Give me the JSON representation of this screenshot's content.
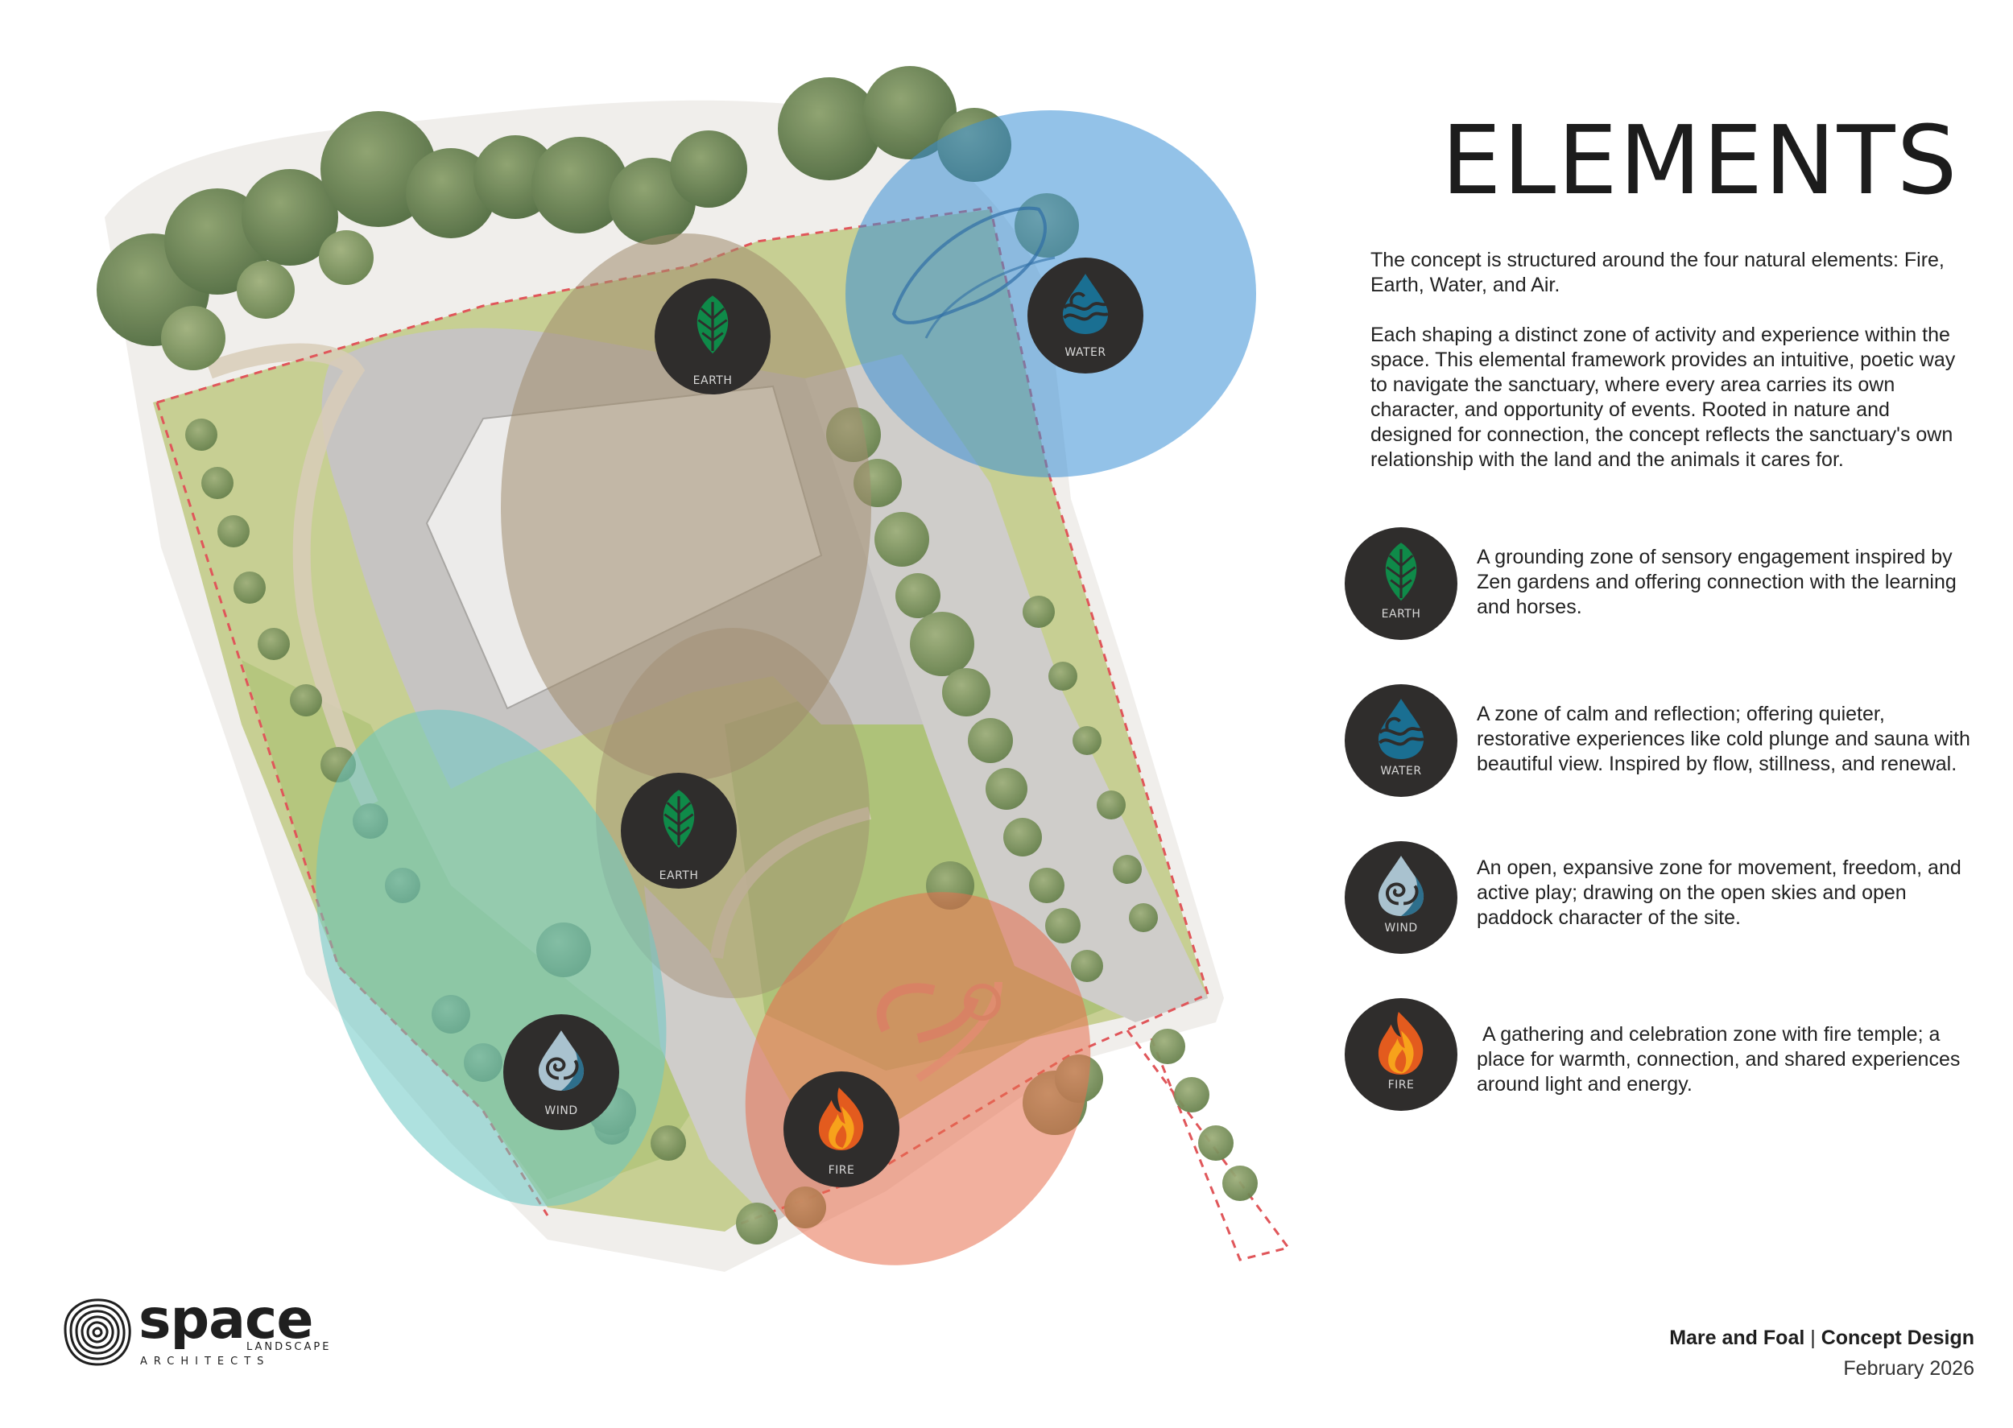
{
  "title": "ELEMENTS",
  "intro": {
    "paragraph1": "The concept is structured around the four natural elements: Fire, Earth, Water, and Air.",
    "paragraph2": "Each shaping a distinct zone of activity and experience within the space. This elemental framework provides an intuitive, poetic way to navigate the sanctuary, where every area carries its own character, and opportunity of events. Rooted in nature and designed for connection, the concept reflects the sanctuary's own relationship with the land and the animals it cares for."
  },
  "legend": [
    {
      "icon": "leaf-icon",
      "label": "EARTH",
      "description": "A grounding zone of sensory engagement inspired by Zen gardens and offering connection with the learning and horses."
    },
    {
      "icon": "water-drop-wave-icon",
      "label": "WATER",
      "description": "A zone of calm and reflection; offering quieter, restorative experiences like cold plunge and sauna with beautiful view. Inspired by flow, stillness, and renewal."
    },
    {
      "icon": "wind-drop-icon",
      "label": "WIND",
      "description": "An open, expansive zone for movement, freedom, and active play; drawing on the open skies and open paddock character of the site."
    },
    {
      "icon": "flame-icon",
      "label": "FIRE",
      "description": " A gathering and celebration zone with fire temple; a place for warmth, connection, and shared experiences around light and energy."
    }
  ],
  "map_markers": [
    {
      "label": "EARTH",
      "icon": "leaf-icon"
    },
    {
      "label": "WATER",
      "icon": "water-drop-wave-icon"
    },
    {
      "label": "EARTH",
      "icon": "leaf-icon"
    },
    {
      "label": "WIND",
      "icon": "wind-drop-icon"
    },
    {
      "label": "FIRE",
      "icon": "flame-icon"
    }
  ],
  "zone_colors": {
    "earth": "#a08c6e",
    "water": "#3b8fd6",
    "wind": "#6cc9c4",
    "fire": "#e8704e",
    "badge": "#2f2d2c"
  },
  "footer": {
    "project": "Mare and Foal",
    "separator": "|",
    "document": "Concept Design",
    "date": "February 2026"
  },
  "logo": {
    "word": "space",
    "line1": "LANDSCAPE",
    "line2": "ARCHITECTS"
  }
}
